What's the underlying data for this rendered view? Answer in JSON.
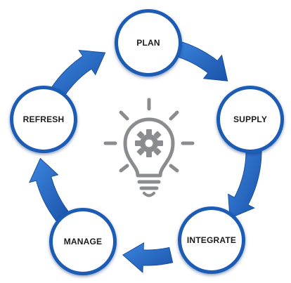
{
  "diagram": {
    "nodes": [
      {
        "id": "plan",
        "label": "PLAN"
      },
      {
        "id": "supply",
        "label": "SUPPLY"
      },
      {
        "id": "integrate",
        "label": "INTEGRATE"
      },
      {
        "id": "manage",
        "label": "MANAGE"
      },
      {
        "id": "refresh",
        "label": "REFRESH"
      }
    ],
    "flow": "clockwise",
    "center_icon": "lightbulb-gear-icon",
    "colors": {
      "arrow_light": "#2f78d6",
      "arrow_dark": "#164a9c",
      "node_fill": "#ffffff",
      "node_ring": "#1d5bb5",
      "label": "#1b1b1b",
      "icon": "#8a8c90"
    }
  }
}
